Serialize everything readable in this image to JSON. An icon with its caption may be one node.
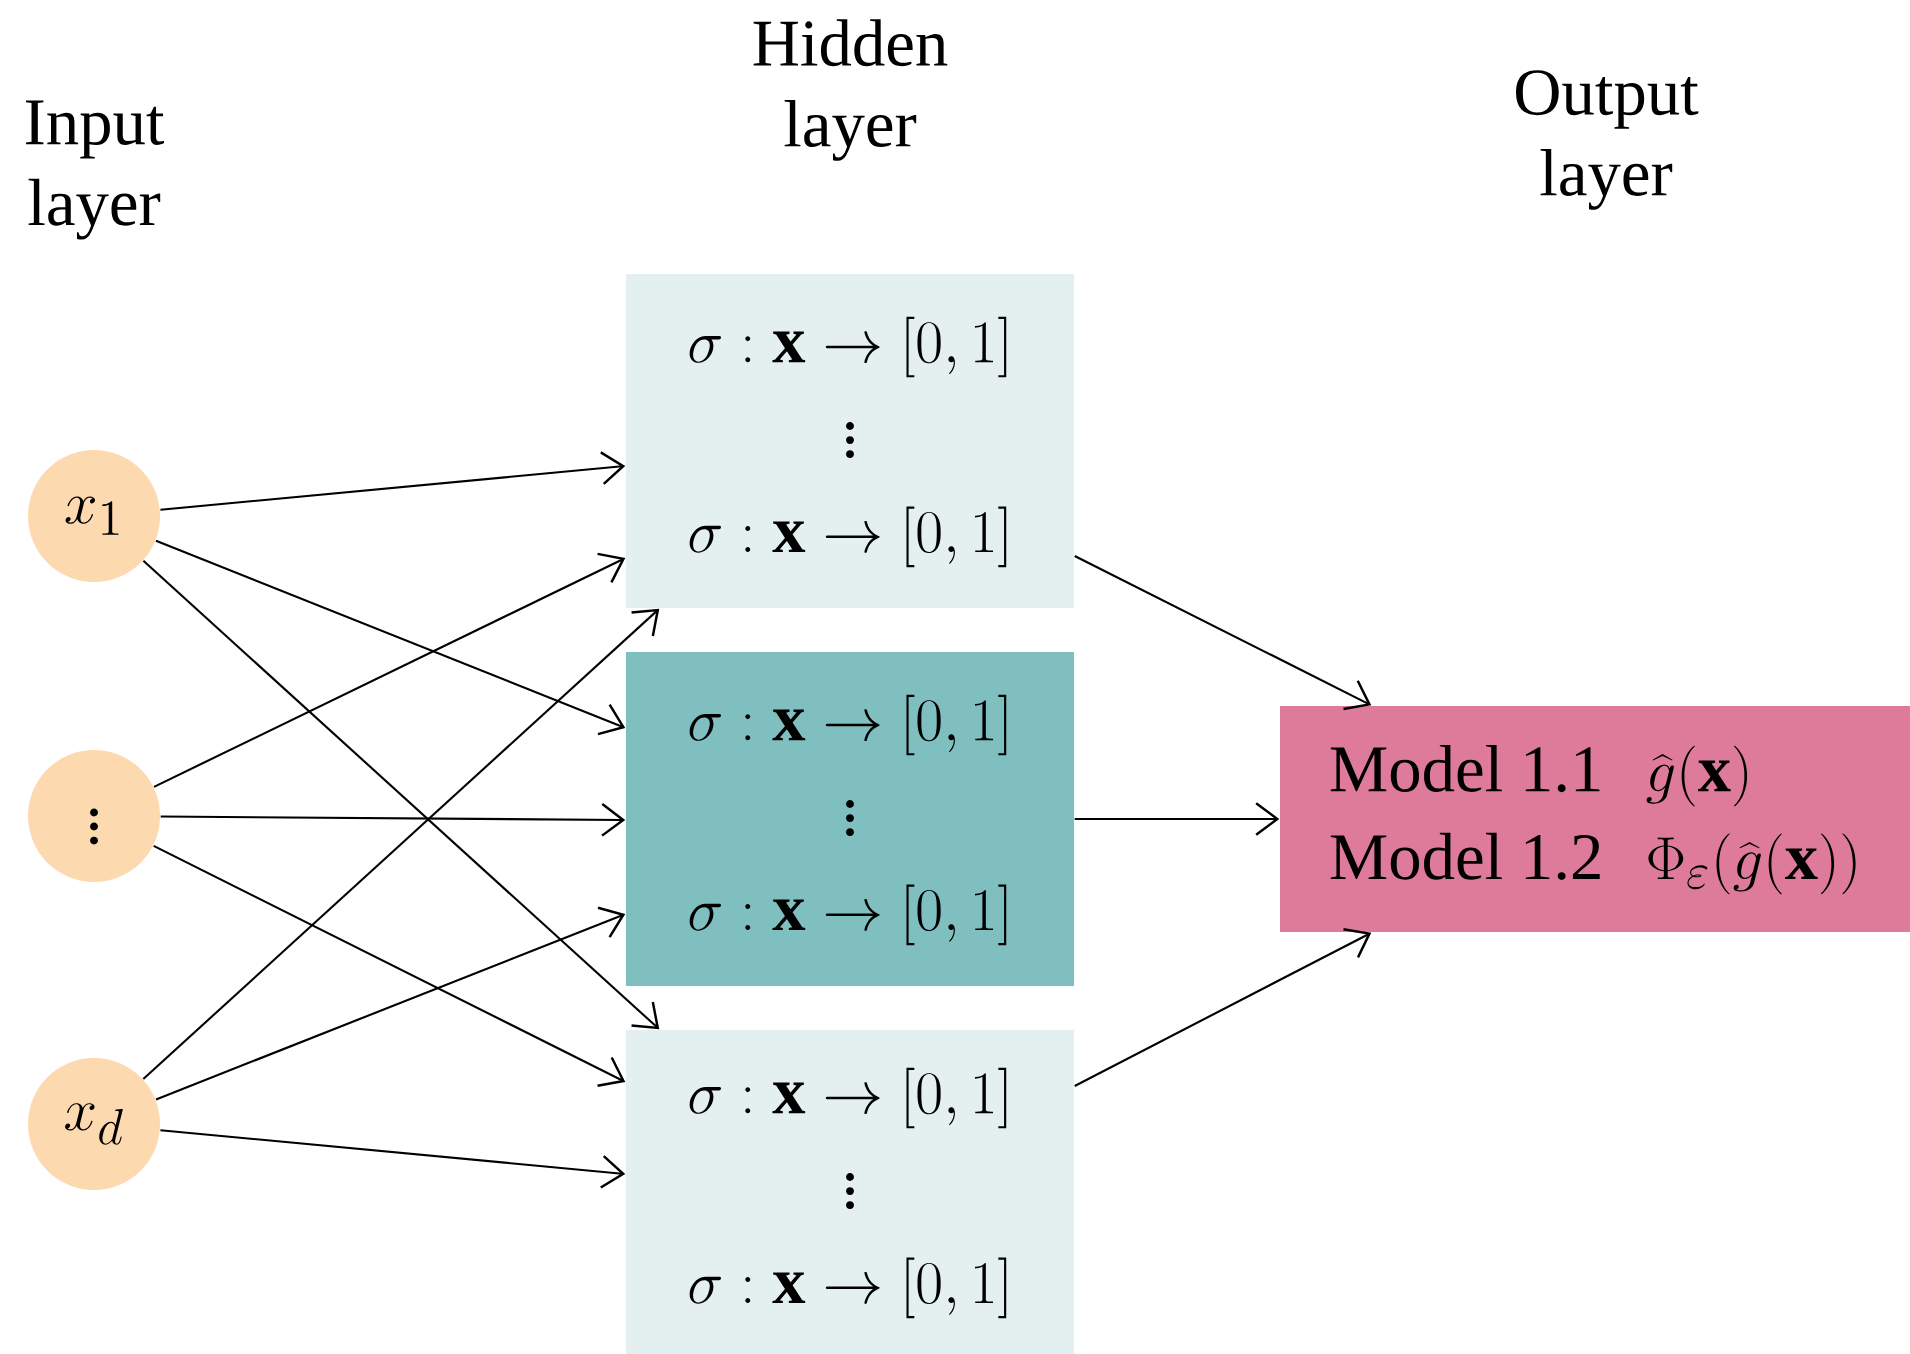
{
  "diagram": {
    "nodes": [
      {
        "text": [
          "x_1"
        ]
      },
      {
        "text": [
          "\\vdots"
        ]
      },
      {
        "text": [
          "x_d"
        ]
      },
      {
        "text": [
          "\\sigma : \\mathbf{x} \\to [0,1]",
          "\\vdots",
          "\\sigma : \\mathbf{x} \\to [0,1]"
        ]
      },
      {
        "text": [
          "\\sigma : \\mathbf{x} \\to [0,1]",
          "\\vdots",
          "\\sigma : \\mathbf{x} \\to [0,1]"
        ]
      },
      {
        "text": [
          "\\sigma : \\mathbf{x} \\to [0,1]",
          "\\vdots",
          "\\sigma : \\mathbf{x} \\to [0,1]"
        ]
      },
      {
        "text": [
          "Model 1.1",
          "\\widehat{g}(\\mathbf{x})",
          "Model 1.2",
          "\\Phi_{\\varepsilon}(\\widehat{g}(\\mathbf{x}))"
        ]
      }
    ],
    "edges": [
      {
        "from": 0,
        "to": 3,
        "arrow": "to"
      },
      {
        "from": 0,
        "to": 4,
        "arrow": "to"
      },
      {
        "from": 0,
        "to": 5,
        "arrow": "to"
      },
      {
        "from": 1,
        "to": 3,
        "arrow": "to"
      },
      {
        "from": 1,
        "to": 4,
        "arrow": "to"
      },
      {
        "from": 1,
        "to": 5,
        "arrow": "to"
      },
      {
        "from": 2,
        "to": 3,
        "arrow": "to"
      },
      {
        "from": 2,
        "to": 4,
        "arrow": "to"
      },
      {
        "from": 2,
        "to": 5,
        "arrow": "to"
      },
      {
        "from": 3,
        "to": 6,
        "arrow": "to"
      },
      {
        "from": 4,
        "to": 6,
        "arrow": "to"
      },
      {
        "from": 5,
        "to": 6,
        "arrow": "to"
      }
    ],
    "labels": [
      "Input layer",
      "Hidden layer",
      "Output layer"
    ]
  }
}
